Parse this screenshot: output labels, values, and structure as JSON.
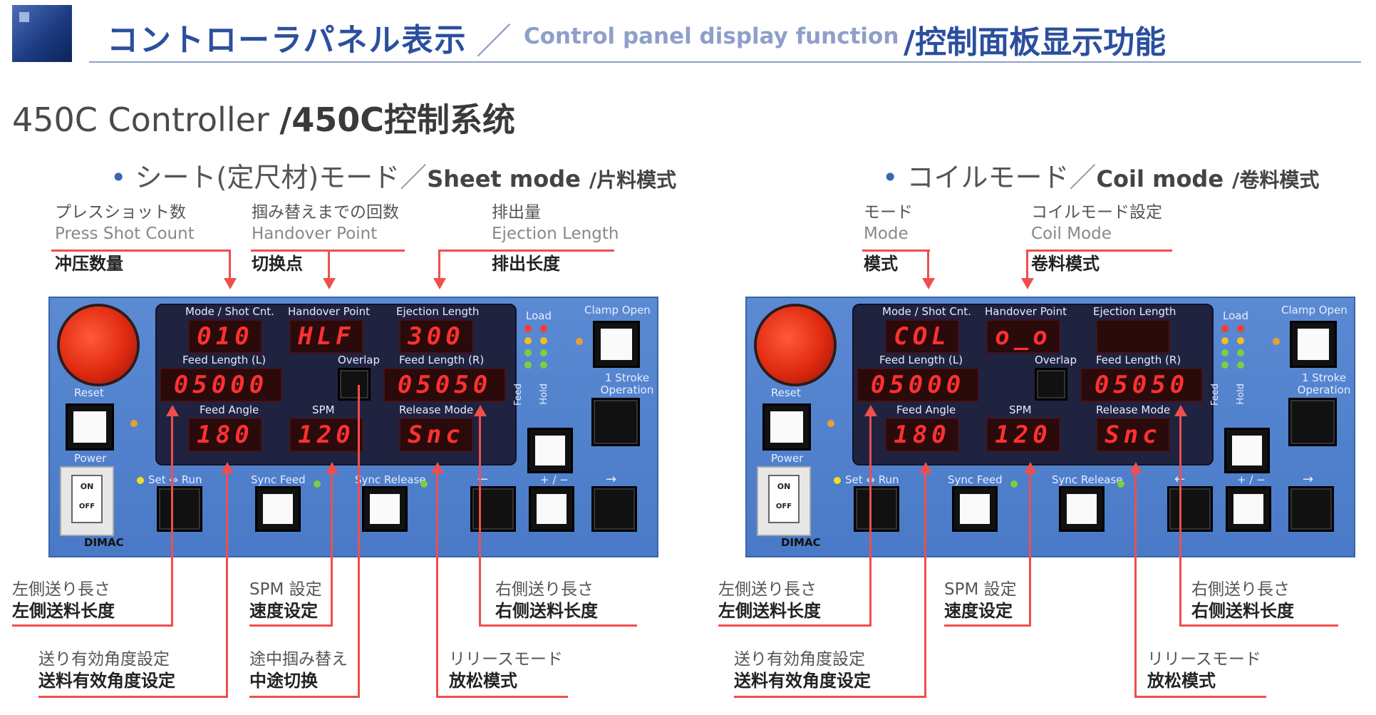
{
  "header": {
    "title_jp": "コントローラパネル表示",
    "slash": "／",
    "title_en": "Control panel display function",
    "title_cn": "/控制面板显示功能"
  },
  "section": {
    "title_en": "450C Controller",
    "title_cn": "/450C控制系统"
  },
  "sheet_mode": {
    "bullet": "•",
    "title_jp": "シート(定尺材)モード",
    "slash": "／",
    "title_en": "Sheet mode",
    "title_cn": "/片料模式",
    "labels": {
      "press_jp": "プレスショット数",
      "press_en": "Press Shot Count",
      "press_cn": "冲压数量",
      "handover_jp": "掴み替えまでの回数",
      "handover_en": "Handover Point",
      "handover_cn": "切换点",
      "eject_jp": "排出量",
      "eject_en": "Ejection Length",
      "eject_cn": "排出长度",
      "left_jp": "左側送り長さ",
      "left_cn": "左側送料长度",
      "spm_jp": "SPM 設定",
      "spm_cn": "速度设定",
      "right_jp": "右側送り長さ",
      "right_cn": "右侧送料长度",
      "angle_jp": "送り有効角度設定",
      "angle_cn": "送料有效角度设定",
      "mid_jp": "途中掴み替え",
      "mid_cn": "中途切换",
      "release_jp": "リリースモード",
      "release_cn": "放松模式"
    },
    "displays": {
      "mode_shot": "010",
      "handover": "HLF",
      "ejection": "300",
      "feed_left": "05000",
      "feed_right": "05050",
      "feed_angle": "180",
      "spm": "120",
      "release": "Snc"
    }
  },
  "coil_mode": {
    "bullet": "•",
    "title_jp": "コイルモード",
    "slash": "／",
    "title_en": "Coil mode",
    "title_cn": "/卷料模式",
    "labels": {
      "mode_jp": "モード",
      "mode_en": "Mode",
      "mode_cn": "模式",
      "coil_jp": "コイルモード設定",
      "coil_en": "Coil Mode",
      "coil_cn": "卷料模式",
      "left_jp": "左側送り長さ",
      "left_cn": "左側送料长度",
      "spm_jp": "SPM 設定",
      "spm_cn": "速度设定",
      "right_jp": "右側送り長さ",
      "right_cn": "右侧送料长度",
      "angle_jp": "送り有効角度設定",
      "angle_cn": "送料有效角度设定",
      "release_jp": "リリースモード",
      "release_cn": "放松模式"
    },
    "displays": {
      "mode_shot": "COL",
      "handover": "o_o",
      "ejection": "",
      "feed_left": "05000",
      "feed_right": "05050",
      "feed_angle": "180",
      "spm": "120",
      "release": "Snc"
    }
  },
  "panel_text": {
    "mode_shot": "Mode / Shot Cnt.",
    "handover": "Handover Point",
    "ejection": "Ejection Length",
    "feed_left": "Feed Length (L)",
    "overlap": "Overlap",
    "feed_right": "Feed Length (R)",
    "feed_angle": "Feed Angle",
    "spm": "SPM",
    "release": "Release Mode",
    "load": "Load",
    "feed": "Feed",
    "hold": "Hold",
    "clamp_open": "Clamp Open",
    "one_stroke": "1 Stroke Operation",
    "reset": "Reset",
    "power": "Power",
    "on": "ON",
    "off": "OFF",
    "brand": "DIMAC",
    "set_run": "Set ⇔ Run",
    "sync_feed": "Sync Feed",
    "sync_release": "Sync Release",
    "plus_minus": "+ / −",
    "arrow_left": "←",
    "arrow_right": "→"
  },
  "colors": {
    "accent": "#2b4f9e",
    "leader": "#f04e4e",
    "panel": "#4a7ac7",
    "segment": "#ff3030"
  }
}
